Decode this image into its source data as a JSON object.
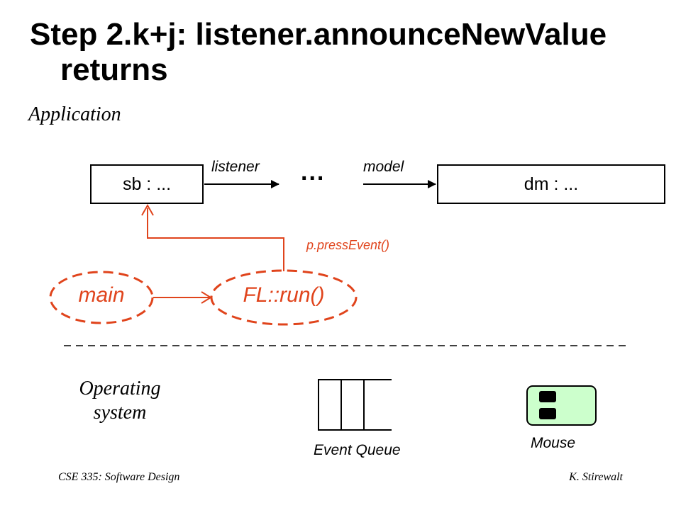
{
  "title": {
    "line1": "Step 2.k+j: listener.announceNewValue",
    "line2": "returns"
  },
  "sections": {
    "application": "Application",
    "os_line1": "Operating",
    "os_line2": "system"
  },
  "objects": {
    "sb": "sb : ...",
    "dm": "dm : ..."
  },
  "links": {
    "listener": "listener",
    "ellipsis": "...",
    "model": "model"
  },
  "call": "p.pressEvent()",
  "processes": {
    "main": "main",
    "run": "FL::run()"
  },
  "os_items": {
    "queue": "Event Queue",
    "mouse": "Mouse"
  },
  "footer": {
    "left": "CSE 335: Software Design",
    "right": "K. Stirewalt"
  },
  "colors": {
    "accent": "#e0441c",
    "mouse_fill": "#ccffcc"
  }
}
